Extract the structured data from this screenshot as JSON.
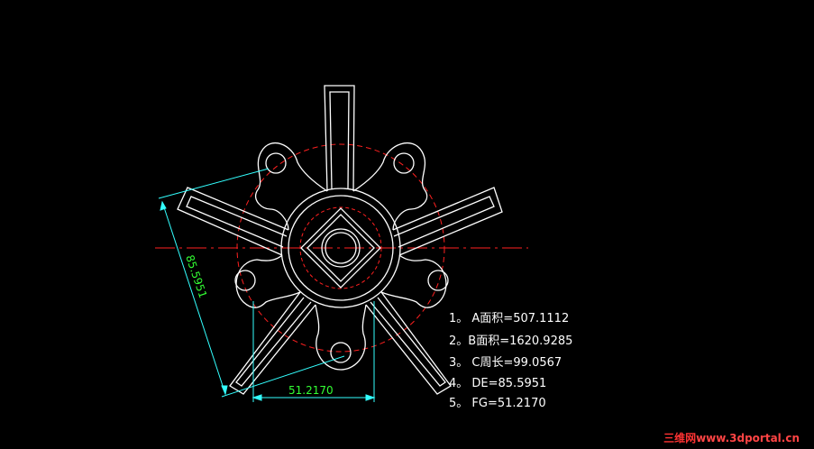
{
  "notes": [
    "1。 A面积=507.1112",
    "2。B面积=1620.9285",
    "3。 C周长=99.0567",
    "4。 DE=85.5951",
    "5。 FG=51.2170"
  ],
  "dimensions": {
    "aligned": "85.5951",
    "horizontal": "51.2170"
  },
  "watermark": {
    "prefix": "三维网",
    "url": "www.3dportal.cn"
  },
  "colors": {
    "background": "#000000",
    "outline": "#ffffff",
    "centerline": "#ff2020",
    "dimension": "#33ffff",
    "dimension_text": "#33ff33",
    "watermark_prefix": "#ff3333",
    "watermark_url": "#ff4444"
  }
}
